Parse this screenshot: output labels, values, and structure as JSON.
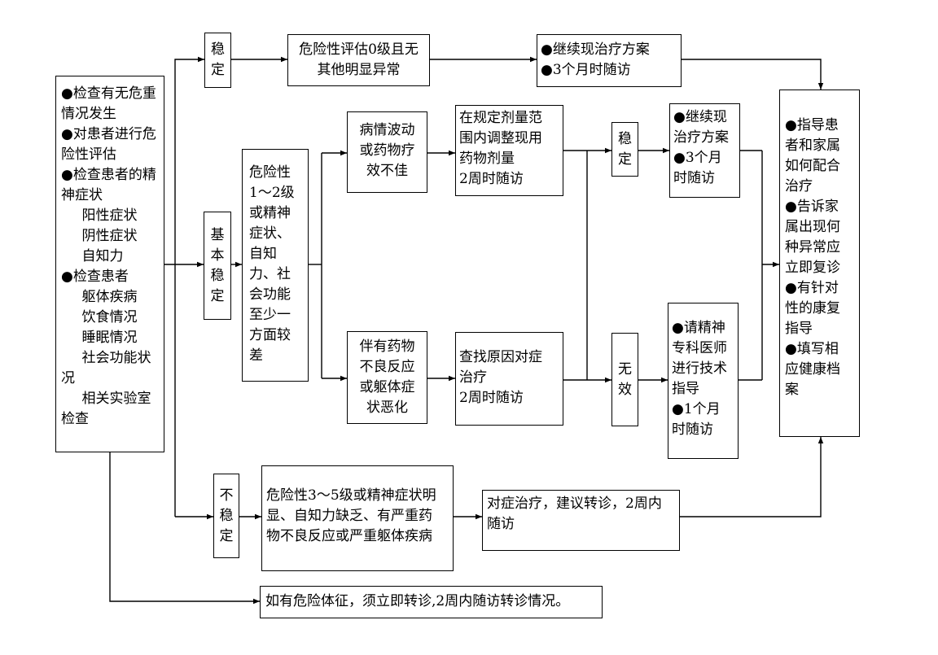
{
  "nodes": {
    "initial_check": {
      "lines": [
        "●检查有无危重",
        "情况发生",
        "●对患者进行危",
        "险性评估",
        "●检查患者的精",
        "神症状",
        "阳性症状",
        "阴性症状",
        "自知力",
        "●检查患者",
        "躯体疾病",
        "饮食情况",
        "睡眠情况",
        "社会功能状",
        "况",
        "相关实验室",
        "检查"
      ]
    },
    "stable_label": {
      "lines": [
        "稳",
        "定"
      ]
    },
    "risk_level_0": {
      "lines": [
        "危险性评估0级且无",
        "其他明显异常"
      ]
    },
    "stable_plan": {
      "lines": [
        "●继续现治疗方案",
        "●3个月时随访"
      ]
    },
    "basic_stable_label": {
      "lines": [
        "基",
        "本",
        "稳",
        "定"
      ]
    },
    "risk_level_1_2": {
      "lines": [
        "危险性",
        "1～2级",
        "或精神",
        "症状、",
        "自知",
        "力、社",
        "会功能",
        "至少一",
        "方面较",
        "差"
      ]
    },
    "fluctuation": {
      "lines": [
        "病情波动",
        "或药物疗",
        "效不佳"
      ]
    },
    "adjust_dose": {
      "lines": [
        "在规定剂量范",
        "围内调整现用",
        "药物剂量",
        "2周时随访"
      ]
    },
    "side_effects": {
      "lines": [
        "伴有药物",
        "不良反应",
        "或躯体症",
        "状恶化"
      ]
    },
    "find_cause": {
      "lines": [
        "查找原因对症",
        "治疗",
        "2周时随访"
      ]
    },
    "stable_label_2": {
      "lines": [
        "稳",
        "定"
      ]
    },
    "continue_plan_2": {
      "lines": [
        "●继续现",
        "治疗方案",
        "●3个月",
        "时随访"
      ]
    },
    "ineffective_label": {
      "lines": [
        "无",
        "效"
      ]
    },
    "specialist": {
      "lines": [
        "●请精神",
        "专科医师",
        "进行技术",
        "指导",
        "●1个月",
        "时随访"
      ]
    },
    "guidance": {
      "lines": [
        "●指导患",
        "者和家属",
        "如何配合",
        "治疗",
        "●告诉家",
        "属出现何",
        "种异常应",
        "立即复诊",
        "●有针对",
        "性的康复",
        "指导",
        "●填写相",
        "应健康档",
        "案"
      ]
    },
    "unstable_label": {
      "lines": [
        "不",
        "稳",
        "定"
      ]
    },
    "risk_level_3_5": {
      "lines": [
        "危险性3～5级或精神症状明",
        "显、自知力缺乏、有严重药",
        "物不良反应或严重躯体疾病"
      ]
    },
    "symptomatic_referral": {
      "lines": [
        "对症治疗，建议转诊，2周内",
        "随访"
      ]
    },
    "danger_signs": {
      "lines": [
        "如有危险体征，须立即转诊,2周内随访转诊情况。"
      ]
    }
  }
}
